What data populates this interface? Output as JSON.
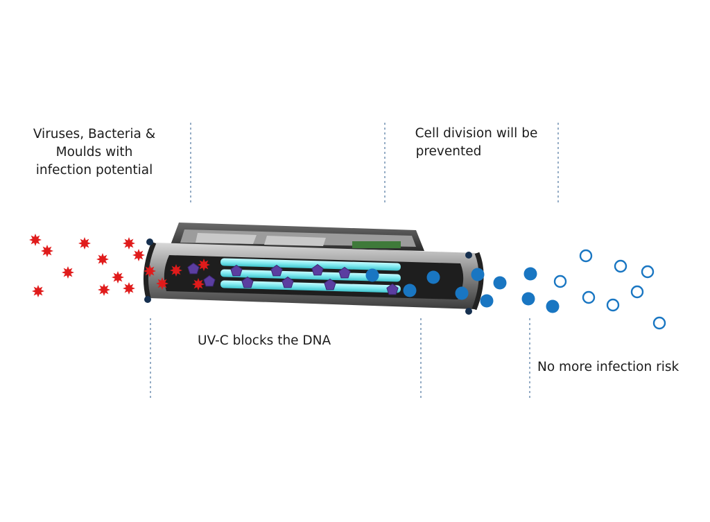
{
  "labels": {
    "input": [
      "Viruses, Bacteria &",
      "Moulds with",
      "infection potential"
    ],
    "cell_division": [
      "Cell division will be",
      "prevented"
    ],
    "uvc": "UV-C blocks the DNA",
    "safe": "No more infection risk"
  },
  "colors": {
    "virus_red": "#e01b1b",
    "dna_purple": "#5b3ea0",
    "cell_blue": "#1976c2",
    "uv_cyan": "#8ff0f4",
    "divider": "#5a7fa6",
    "text": "#1b1b1b"
  },
  "legend_icons": [
    "red-star-icon",
    "purple-pentagon-icon",
    "blue-dot-icon",
    "hollow-blue-circle-icon"
  ]
}
